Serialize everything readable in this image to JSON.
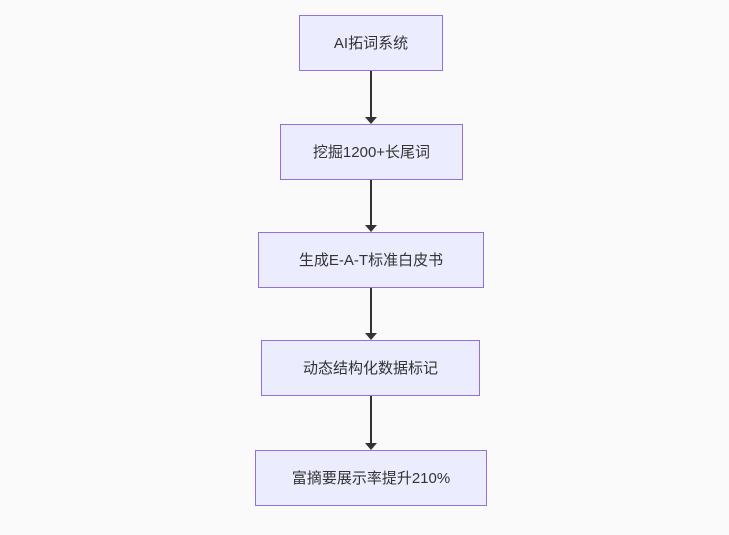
{
  "diagram": {
    "type": "flowchart",
    "direction": "top-down",
    "nodes": [
      {
        "id": "n1",
        "label": "AI拓词系统"
      },
      {
        "id": "n2",
        "label": "挖掘1200+长尾词"
      },
      {
        "id": "n3",
        "label": "生成E-A-T标准白皮书"
      },
      {
        "id": "n4",
        "label": "动态结构化数据标记"
      },
      {
        "id": "n5",
        "label": "富摘要展示率提升210%"
      }
    ],
    "edges": [
      {
        "from": "n1",
        "to": "n2"
      },
      {
        "from": "n2",
        "to": "n3"
      },
      {
        "from": "n3",
        "to": "n4"
      },
      {
        "from": "n4",
        "to": "n5"
      }
    ],
    "colors": {
      "background": "#fafafa",
      "node_fill": "#ECECFF",
      "node_border": "#9370DB",
      "node_text": "#333333",
      "arrow": "#333333"
    }
  }
}
